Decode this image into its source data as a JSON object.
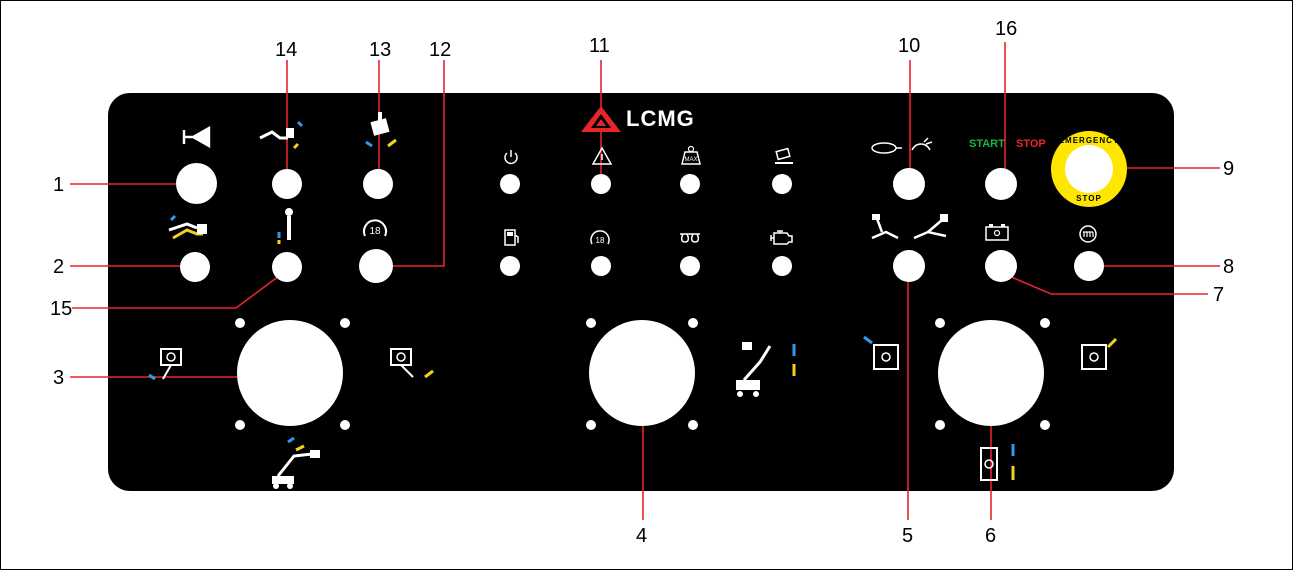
{
  "brand": {
    "logo_text": "LCMG",
    "logo_color": "#e8242b"
  },
  "callouts": [
    "1",
    "2",
    "3",
    "4",
    "5",
    "6",
    "7",
    "8",
    "9",
    "10",
    "11",
    "12",
    "13",
    "14",
    "15",
    "16"
  ],
  "start_stop": {
    "start": "START",
    "stop": "STOP",
    "start_color": "#19b548",
    "stop_color": "#e8242b"
  },
  "emergency_stop": {
    "top_text": "EMERGENCY",
    "bottom_text": "STOP",
    "ring_color": "#ffe600"
  },
  "indicators": {
    "top_row": [
      "power-icon",
      "warning-triangle-icon",
      "overload-max-icon",
      "platform-tilt-icon"
    ],
    "bottom_row": [
      "fuel-icon",
      "speed-limit-icon",
      "glow-plug-icon",
      "engine-fault-icon"
    ],
    "max_label": "MAX"
  },
  "colors": {
    "panel": "#000000",
    "arrow_up": "#2f9be8",
    "arrow_down": "#f2d21b"
  }
}
